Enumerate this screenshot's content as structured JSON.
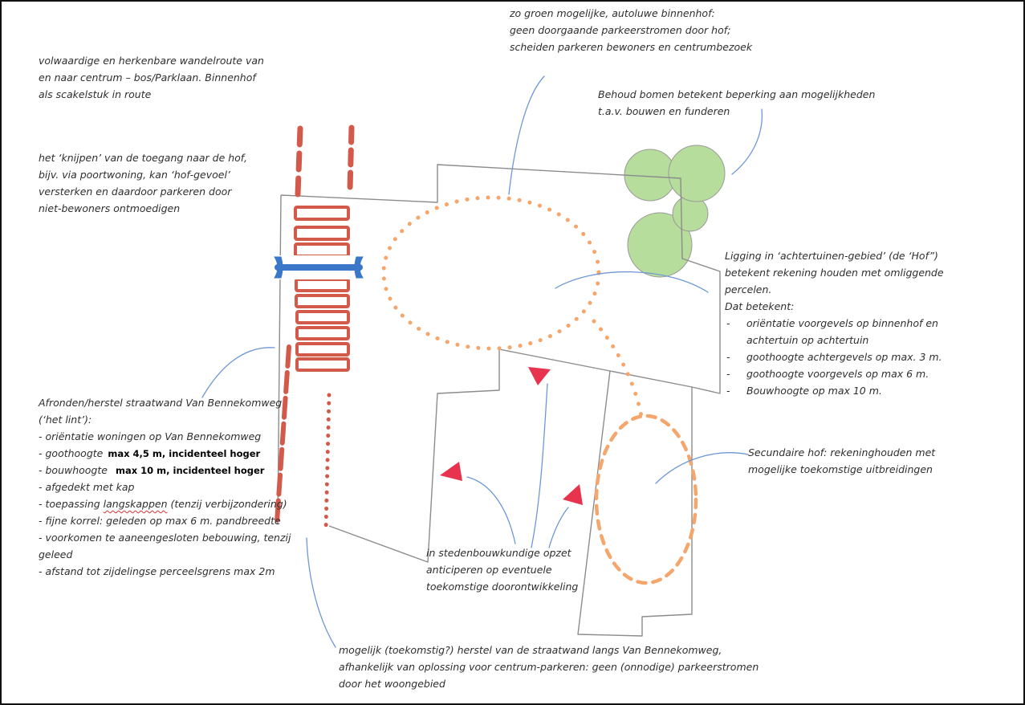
{
  "notes": {
    "wandelroute": [
      "volwaardige en herkenbare wandelroute van",
      "en naar centrum – bos/Parklaan. Binnenhof",
      "als scakelstuk in route"
    ],
    "knijpen": [
      "het ‘knijpen’ van de toegang naar de hof,",
      "bijv. via poortwoning, kan ‘hof-gevoel’",
      "versterken en daardoor parkeren door",
      "niet-bewoners ontmoedigen"
    ],
    "binnenhof": [
      "zo groen mogelijke, autoluwe binnenhof:",
      "geen doorgaande parkeerstromen door hof;",
      "scheiden parkeren bewoners en centrumbezoek"
    ],
    "bomen": [
      "Behoud bomen betekent beperking aan mogelijkheden",
      "t.a.v. bouwen en funderen"
    ],
    "ligging": {
      "intro": [
        "Ligging in ‘achtertuinen-gebied’ (de ‘Hof”)",
        "betekent rekening houden met omliggende",
        "percelen.",
        "Dat betekent:"
      ],
      "bullet": "-",
      "items": [
        "oriëntatie voorgevels op binnenhof en",
        "achtertuin op achtertuin",
        "goothoogte achtergevels op max. 3 m.",
        "goothoogte voorgevels op max 6 m.",
        "Bouwhoogte op max 10 m."
      ]
    },
    "secundaire_hof": [
      "Secundaire hof: rekeninghouden met",
      "mogelijke toekomstige uitbreidingen"
    ],
    "lint": {
      "head": [
        "Afronden/herstel straatwand Van Bennekomweg",
        "(‘het lint’):",
        "- oriëntatie woningen op Van Bennekomweg"
      ],
      "goothoogte_label": "- goothoogte",
      "goothoogte_value": "max 4,5 m, incidenteel hoger",
      "bouwhoogte_label": "- bouwhoogte",
      "bouwhoogte_value": "max 10 m, incidenteel hoger",
      "kap": "- afgedekt met kap",
      "langskappen_pre": "- toepassing ",
      "langskappen_word": "langskappen",
      "langskappen_post": " (tenzij verbijzondering)",
      "tail": [
        "- fijne korrel: geleden op max 6 m. pandbreedte",
        "- voorkomen te aaneengesloten bebouwing, tenzij",
        "geleed",
        "- afstand tot zijdelingse perceelsgrens max 2m"
      ]
    },
    "doorontwikkeling": [
      "in stedenbouwkundige opzet",
      "anticiperen op eventuele",
      "toekomstige doorontwikkeling"
    ],
    "straatwand": [
      "mogelijk (toekomstig?) herstel van de straatwand langs Van Bennekomweg,",
      "afhankelijk van oplossing voor centrum-parkeren: geen (onnodige) parkeerstromen",
      "door het woongebied"
    ]
  },
  "colors": {
    "text": "#2e2e2e",
    "route": "#d35a4a",
    "plot": "#8c8c8c",
    "tree": "#b6dd9c",
    "tree_edge": "#9a9a9a",
    "hof": "#f5a66c",
    "marker": "#e8334f",
    "leader": "#6d97d6",
    "gate": "#3a77c8",
    "spell": "#d33"
  }
}
